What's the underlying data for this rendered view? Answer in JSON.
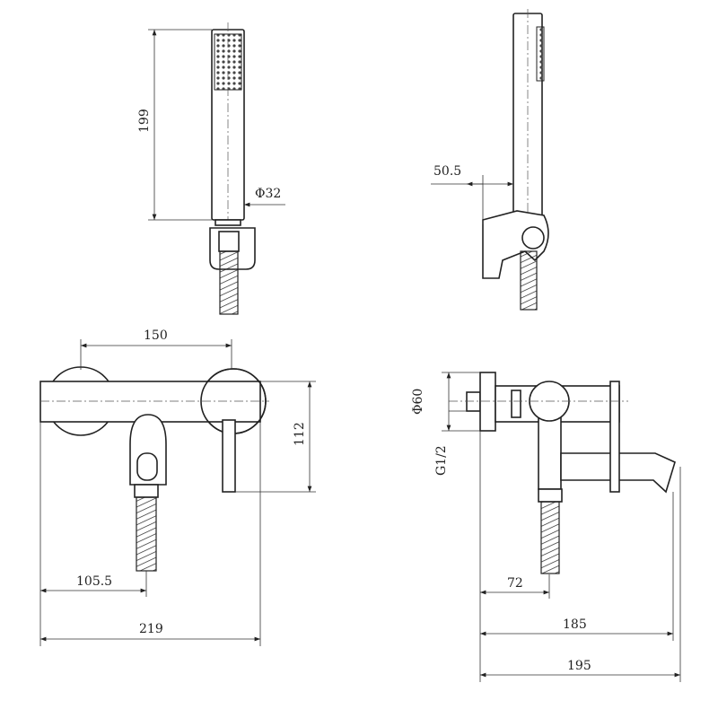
{
  "dimensions": {
    "handset_length": "199",
    "handset_diameter": "Φ32",
    "holder_offset": "50.5",
    "centers": "150",
    "height": "112",
    "outlet_offset": "105.5",
    "overall_width": "219",
    "plate_diameter": "Φ60",
    "thread": "G1/2",
    "side_outlet": "72",
    "spout_reach": "185",
    "overall_depth": "195"
  }
}
